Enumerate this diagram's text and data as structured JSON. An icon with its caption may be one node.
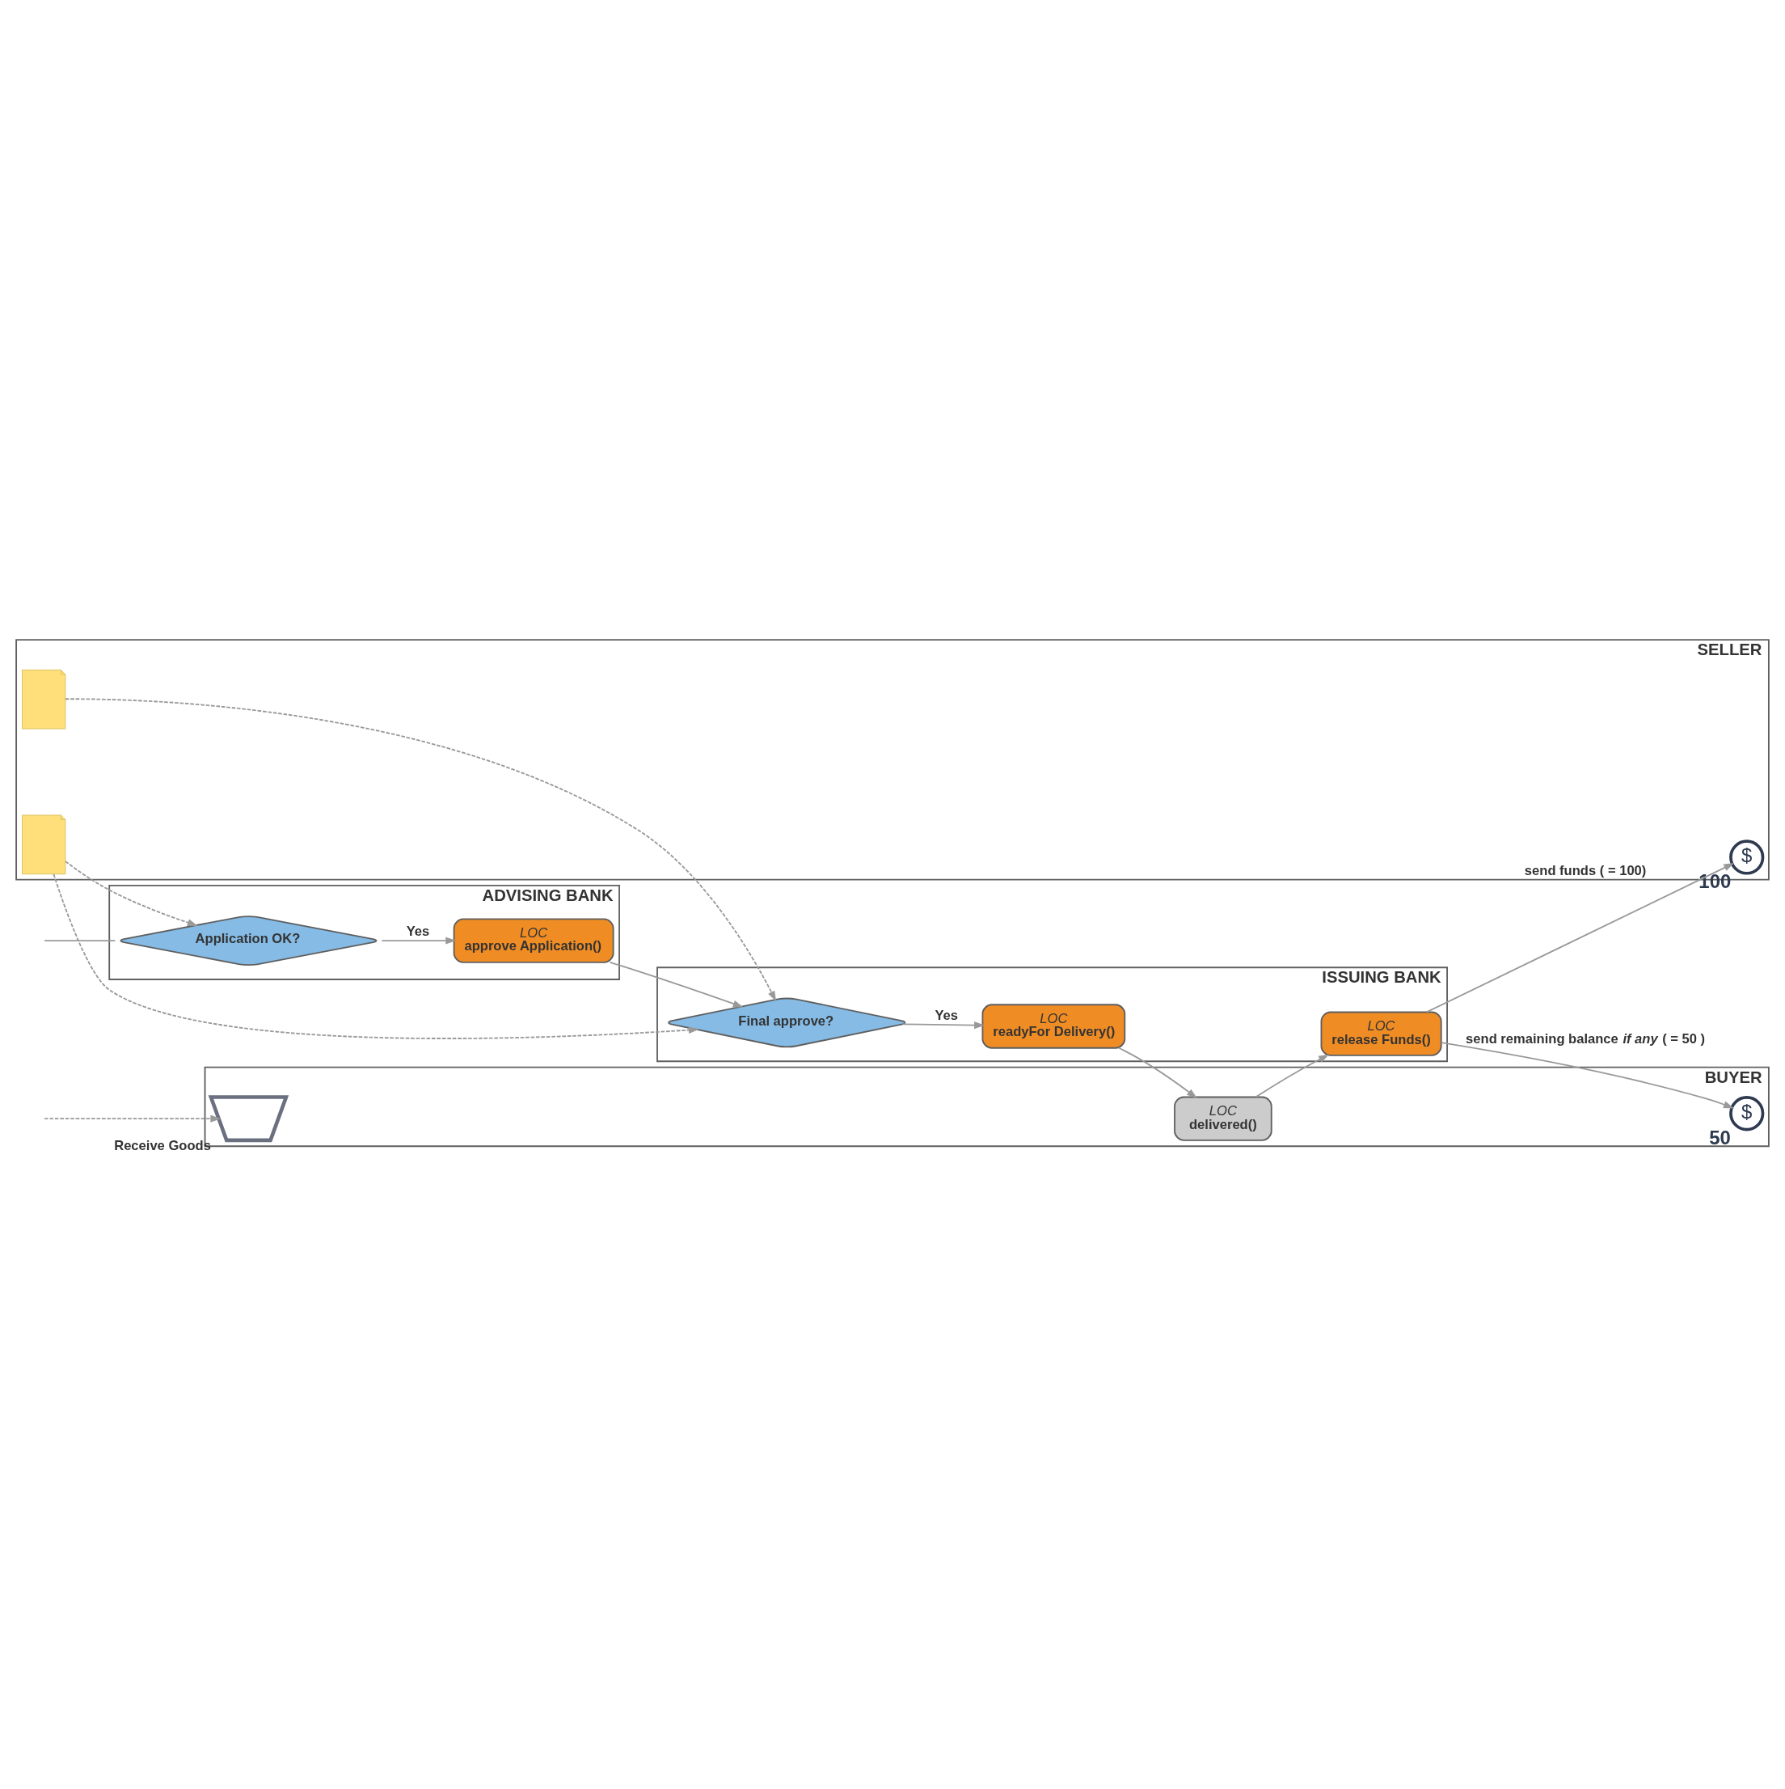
{
  "diagram": {
    "nodes": [
      {
        "text": [
          "BUYER"
        ]
      },
      {
        "text": [
          "ISSUING BANK"
        ]
      },
      {
        "text": [
          "ADVISING BANK"
        ]
      },
      {
        "text": [
          "SELLER"
        ]
      },
      {
        "text": [],
        "shape": "cart",
        "in": 0,
        "beside": [
          "Receive Goods"
        ]
      },
      {
        "text": [
          "LOC",
          "delivered()"
        ],
        "in": 0
      },
      {
        "text": [
          "$"
        ],
        "in": 0,
        "beside": [
          "50"
        ]
      },
      {
        "text": [
          "Final approve?"
        ],
        "in": 1
      },
      {
        "text": [
          "LOC",
          "readyFor Delivery()"
        ],
        "in": 1
      },
      {
        "text": [
          "LOC",
          "release Funds()"
        ],
        "in": 1
      },
      {
        "text": [
          "Application OK?"
        ],
        "in": 2
      },
      {
        "text": [
          "LOC",
          "approve Application()"
        ],
        "in": 2
      },
      {
        "text": [],
        "shape": "document",
        "in": 3
      },
      {
        "text": [],
        "shape": "document",
        "in": 3
      },
      {
        "text": [
          "$"
        ],
        "in": 3,
        "beside": [
          "100"
        ]
      }
    ],
    "edges": [
      {
        "from": null,
        "to": 4,
        "arrow": "to",
        "style": "dashed"
      },
      {
        "from": null,
        "to": 10,
        "arrow": "none"
      },
      {
        "from": 10,
        "to": 11,
        "arrow": "to",
        "label": "Yes"
      },
      {
        "from": 11,
        "to": 7,
        "arrow": "to"
      },
      {
        "from": 7,
        "to": 8,
        "arrow": "to",
        "label": "Yes"
      },
      {
        "from": 8,
        "to": 5,
        "arrow": "to"
      },
      {
        "from": 5,
        "to": 9,
        "arrow": "to"
      },
      {
        "from": 9,
        "to": 6,
        "arrow": "to",
        "label": "send remaining balance *if any* ( = 50 )"
      },
      {
        "from": 9,
        "to": 14,
        "arrow": "to",
        "label": "send funds ( = 100)"
      },
      {
        "from": 12,
        "to": 7,
        "arrow": "to",
        "style": "dashed"
      },
      {
        "from": 13,
        "to": 10,
        "arrow": "to",
        "style": "dashed"
      },
      {
        "from": 13,
        "to": 7,
        "arrow": "to",
        "style": "dashed"
      }
    ]
  }
}
